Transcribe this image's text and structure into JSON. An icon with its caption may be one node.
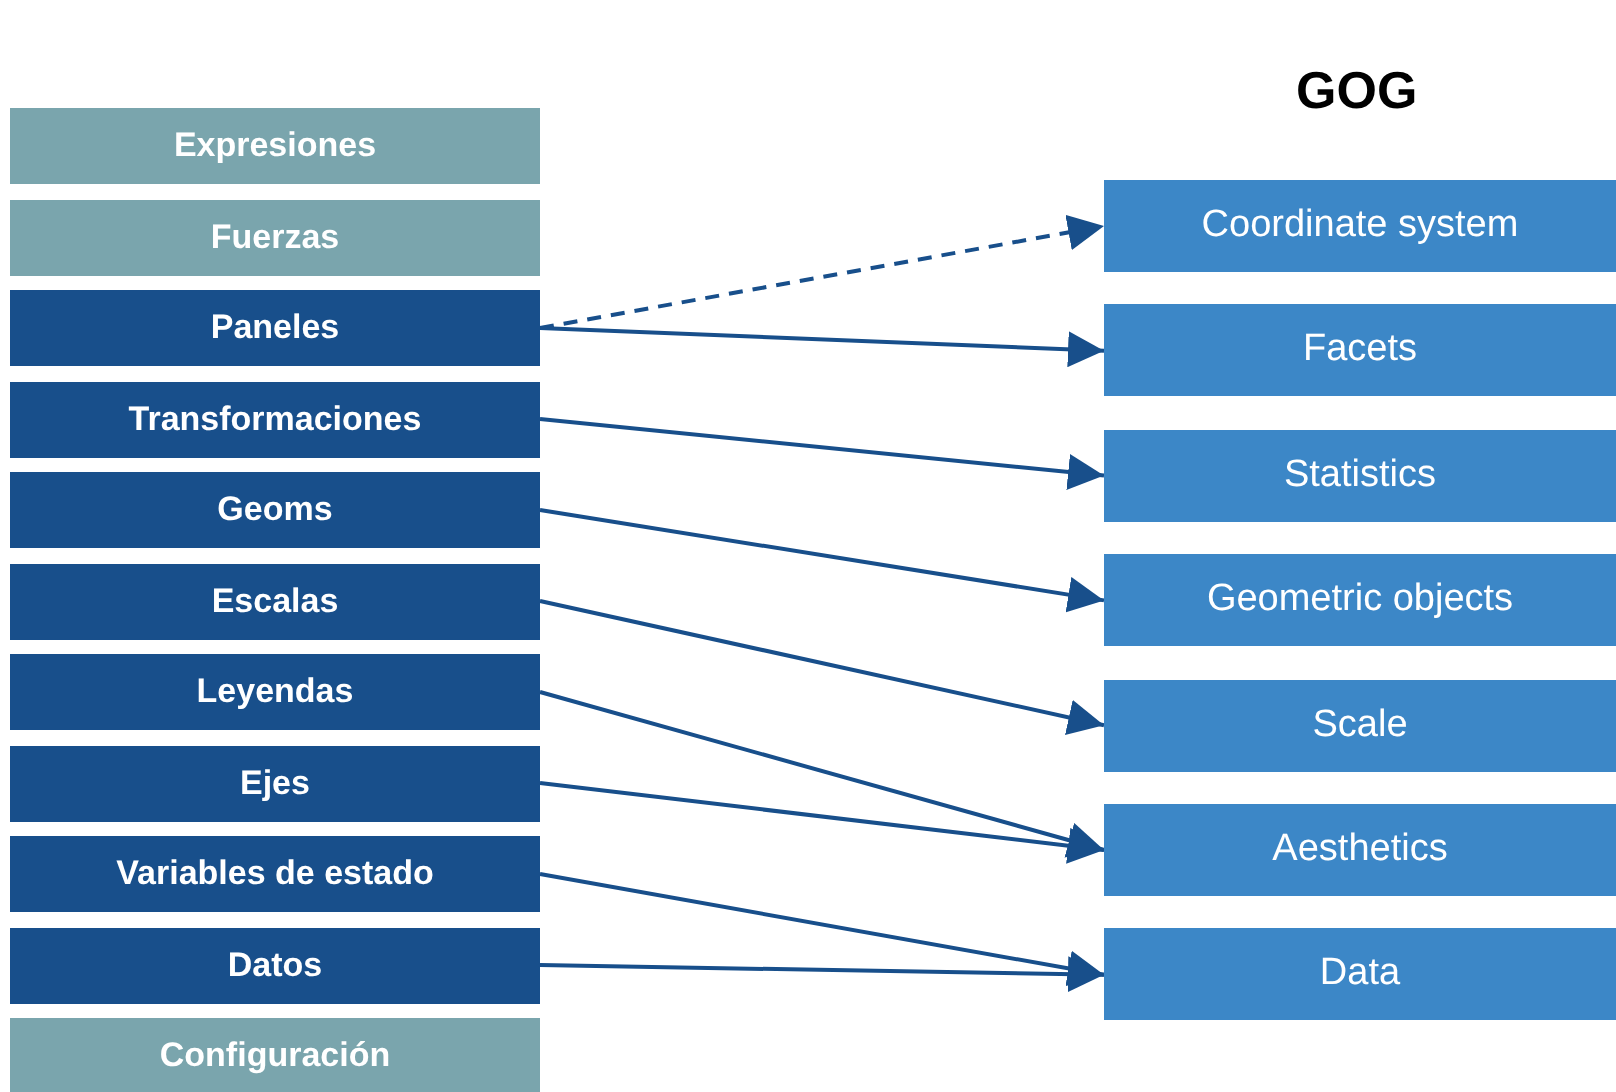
{
  "diagram": {
    "nodes": [
      {
        "text": [
          "Expresiones"
        ]
      },
      {
        "text": [
          "Fuerzas"
        ]
      },
      {
        "text": [
          "Paneles"
        ]
      },
      {
        "text": [
          "Transformaciones"
        ]
      },
      {
        "text": [
          "Geoms"
        ]
      },
      {
        "text": [
          "Escalas"
        ]
      },
      {
        "text": [
          "Leyendas"
        ]
      },
      {
        "text": [
          "Ejes"
        ]
      },
      {
        "text": [
          "Variables de estado"
        ]
      },
      {
        "text": [
          "Datos"
        ]
      },
      {
        "text": [
          "Configuración"
        ]
      },
      {
        "text": [
          "Coordinate system"
        ]
      },
      {
        "text": [
          "Facets"
        ]
      },
      {
        "text": [
          "Statistics"
        ]
      },
      {
        "text": [
          "Geometric objects"
        ]
      },
      {
        "text": [
          "Scale"
        ]
      },
      {
        "text": [
          "Aesthetics"
        ]
      },
      {
        "text": [
          "Data"
        ]
      }
    ],
    "edges": [
      {
        "from": 2,
        "to": 11,
        "arrow": "to",
        "style": "dashed"
      },
      {
        "from": 2,
        "to": 12,
        "arrow": "to"
      },
      {
        "from": 3,
        "to": 13,
        "arrow": "to"
      },
      {
        "from": 4,
        "to": 14,
        "arrow": "to"
      },
      {
        "from": 5,
        "to": 15,
        "arrow": "to"
      },
      {
        "from": 6,
        "to": 16,
        "arrow": "to"
      },
      {
        "from": 7,
        "to": 16,
        "arrow": "to"
      },
      {
        "from": 8,
        "to": 17,
        "arrow": "to"
      },
      {
        "from": 9,
        "to": 17,
        "arrow": "to"
      }
    ],
    "labels": [
      "GOG"
    ]
  }
}
